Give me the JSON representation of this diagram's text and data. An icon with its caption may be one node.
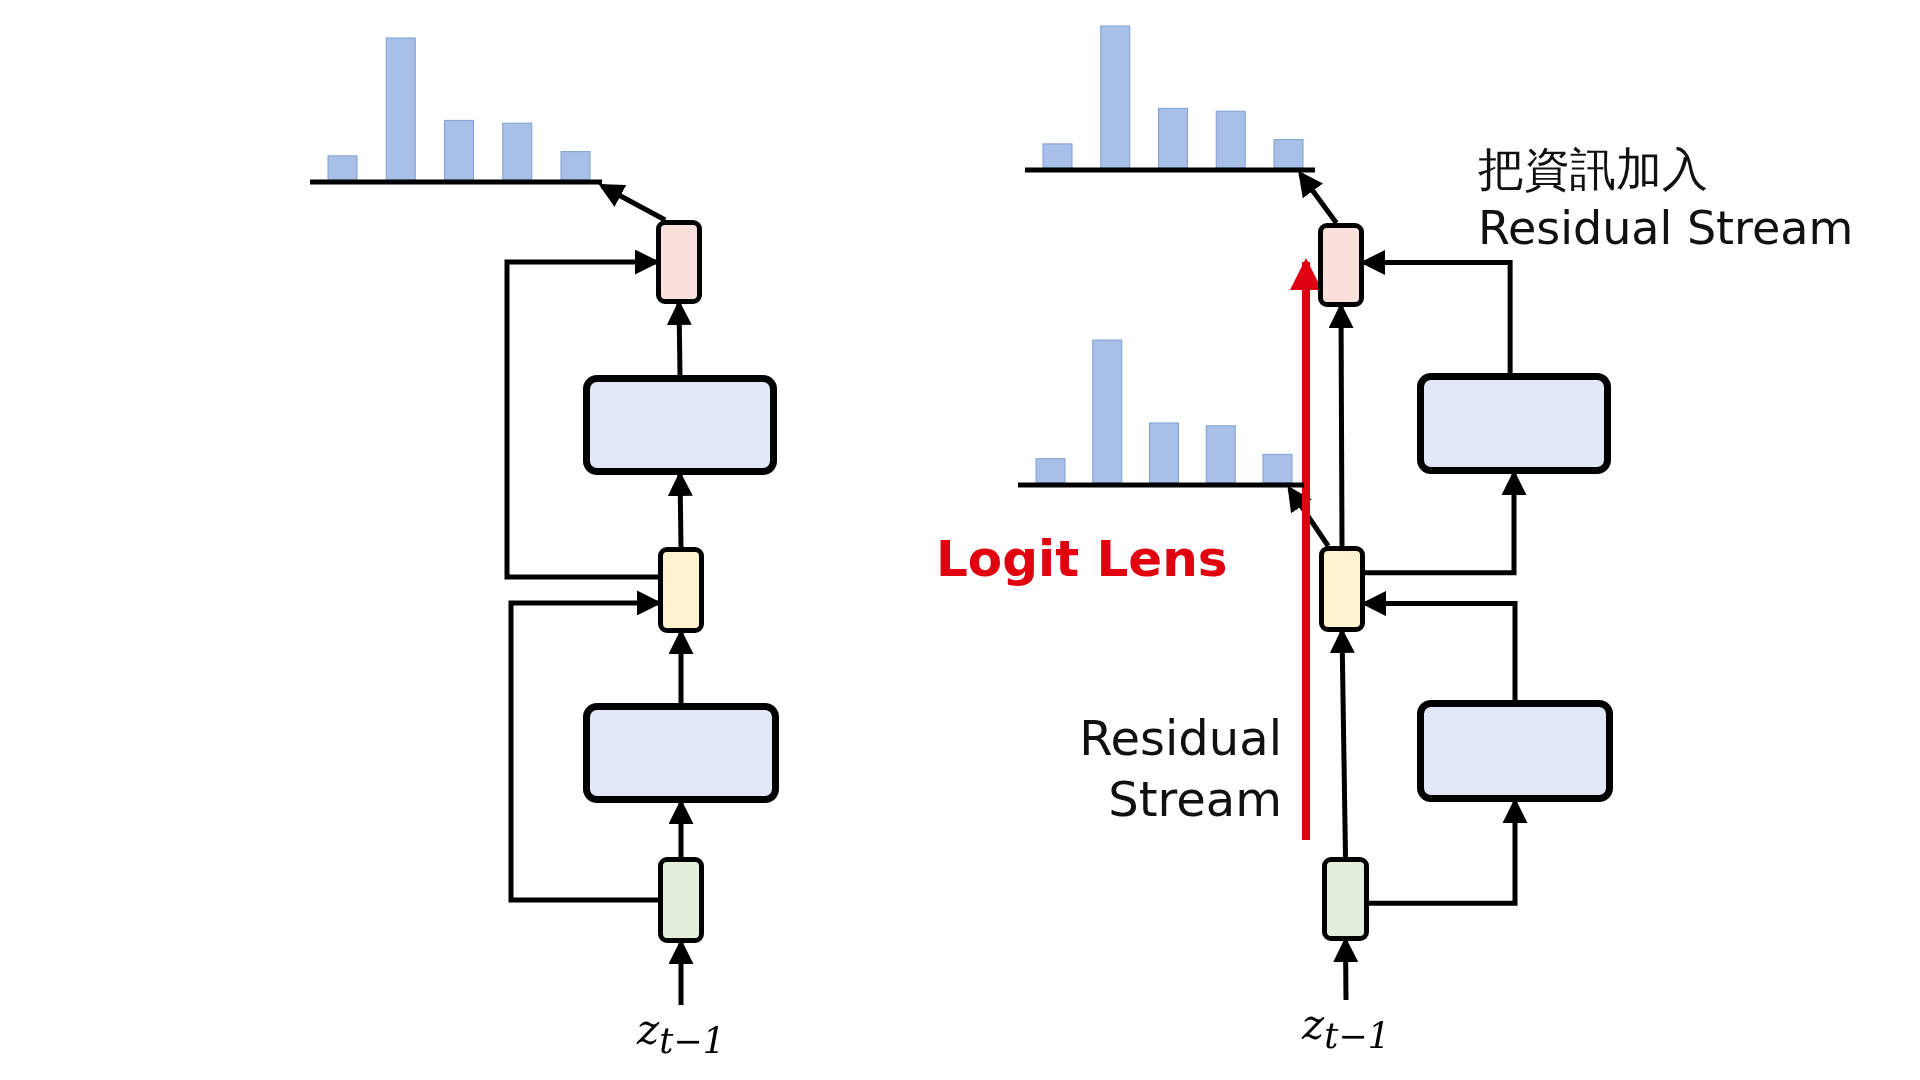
{
  "diagram": {
    "nodes": [
      {
        "text": [],
        "shape": "picture"
      },
      {
        "text": [],
        "shape": "box"
      },
      {
        "text": [],
        "shape": "box"
      },
      {
        "text": [],
        "shape": "box"
      },
      {
        "text": [],
        "shape": "box"
      },
      {
        "text": [],
        "shape": "box"
      },
      {
        "text": [
          "z$_{t−1}$"
        ]
      },
      {
        "text": [],
        "shape": "picture"
      },
      {
        "text": [],
        "shape": "box"
      },
      {
        "text": [],
        "shape": "box"
      },
      {
        "text": [],
        "shape": "picture"
      },
      {
        "text": [],
        "shape": "box"
      },
      {
        "text": [],
        "shape": "box"
      },
      {
        "text": [],
        "shape": "box"
      },
      {
        "text": [
          "z$_{t−1}$"
        ]
      }
    ],
    "edges": [
      {
        "from": 6,
        "to": 5,
        "arrow": "to"
      },
      {
        "from": 5,
        "to": 4,
        "arrow": "to"
      },
      {
        "from": 4,
        "to": 3,
        "arrow": "to"
      },
      {
        "from": 3,
        "to": 2,
        "arrow": "to"
      },
      {
        "from": 2,
        "to": 1,
        "arrow": "to"
      },
      {
        "from": 1,
        "to": 0,
        "arrow": "to"
      },
      {
        "from": 5,
        "to": 3,
        "arrow": "to"
      },
      {
        "from": 3,
        "to": 1,
        "arrow": "to"
      },
      {
        "from": 14,
        "to": 13,
        "arrow": "to"
      },
      {
        "from": 13,
        "to": 12,
        "arrow": "to"
      },
      {
        "from": 12,
        "to": 11,
        "arrow": "to"
      },
      {
        "from": 11,
        "to": 9,
        "arrow": "to"
      },
      {
        "from": 9,
        "to": 8,
        "arrow": "to"
      },
      {
        "from": 13,
        "to": 11,
        "arrow": "to"
      },
      {
        "from": 11,
        "to": 8,
        "arrow": "to"
      },
      {
        "from": 8,
        "to": 7,
        "arrow": "to"
      },
      {
        "from": 11,
        "to": 10,
        "arrow": "to"
      }
    ],
    "labels": [
      "把資訊加入 Residual Stream",
      "Logit Lens",
      "Residual Stream"
    ]
  }
}
